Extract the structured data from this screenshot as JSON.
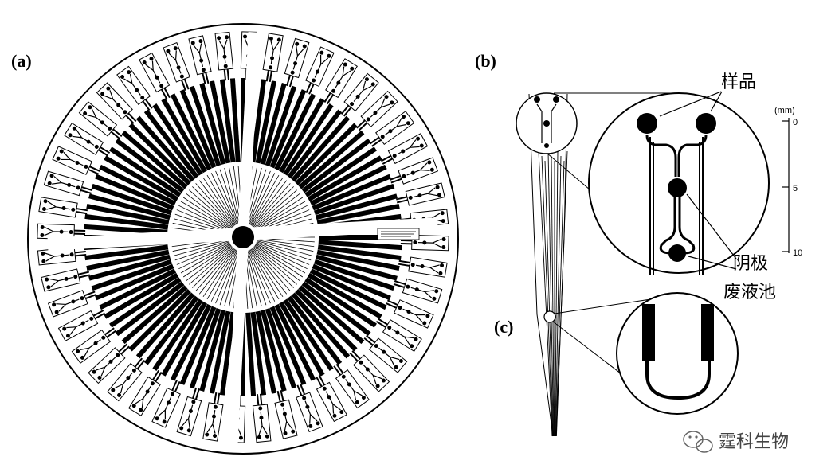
{
  "panels": {
    "a": "(a)",
    "b": "(b)",
    "c": "(c)"
  },
  "labels": {
    "sample": "样品",
    "cathode": "阴极",
    "waste": "废液池"
  },
  "scale": {
    "unit": "(mm)",
    "ticks": [
      "0",
      "5",
      "10"
    ]
  },
  "watermark": {
    "text": "霆科生物",
    "icon": "wechat-icon"
  }
}
